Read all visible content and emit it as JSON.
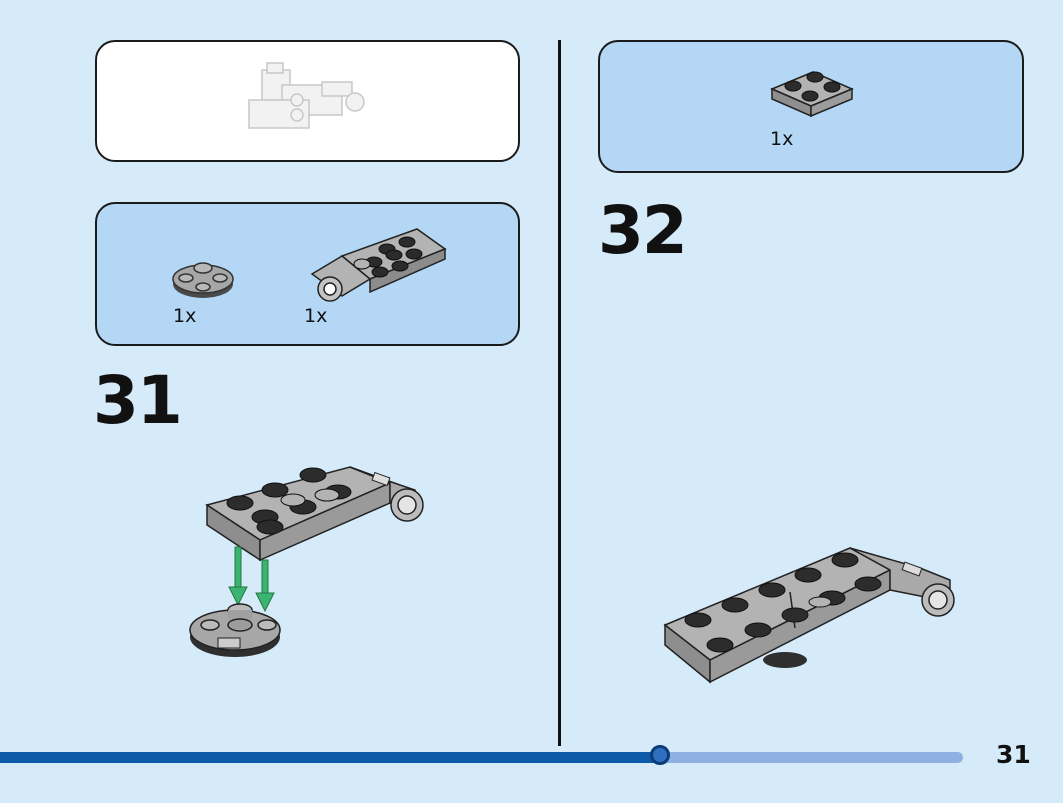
{
  "left_page": {
    "preview_panel": {
      "image": "previous-assembly-preview"
    },
    "parts_panel": {
      "parts": [
        {
          "name": "round-plate-with-studs",
          "qty": "1x"
        },
        {
          "name": "plate-with-pin-hole",
          "qty": "1x"
        }
      ]
    },
    "step": {
      "number": "31"
    }
  },
  "right_page": {
    "parts_panel": {
      "parts": [
        {
          "name": "plate-2x2",
          "qty": "1x"
        }
      ]
    },
    "step": {
      "number": "32"
    }
  },
  "footer": {
    "progress": 0.685,
    "page_number": "31"
  },
  "colors": {
    "background": "#d6ebfa",
    "parts_panel": "#b3d7f5",
    "brick_gray": "#a3a3a3",
    "arrow_green": "#3cb371",
    "progress_fill": "#0d5ba8",
    "progress_track": "#8fb0e3"
  }
}
